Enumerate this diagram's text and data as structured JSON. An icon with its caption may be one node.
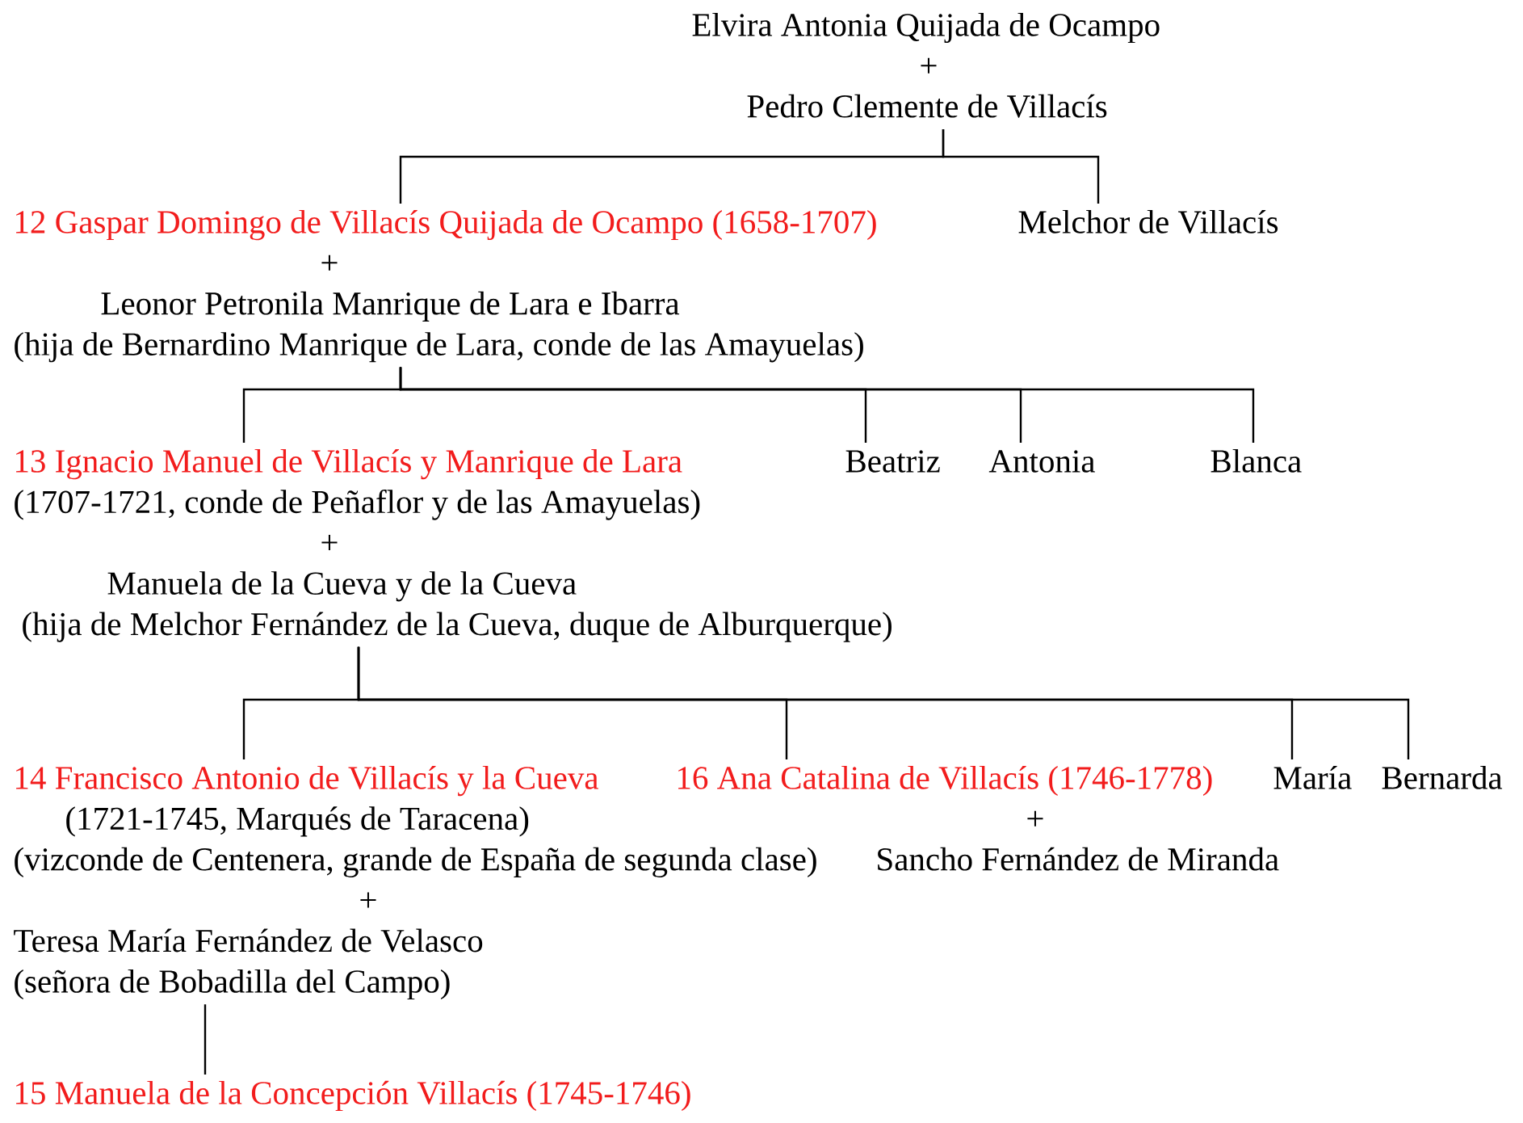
{
  "diagram": {
    "nodes": [
      {
        "text": [
          "Elvira Antonia Quijada de Ocampo",
          "+",
          "Pedro Clemente de Villacís"
        ]
      },
      {
        "text": [
          "12 Gaspar Domingo de Villacís Quijada de Ocampo (1658-1707)",
          "+",
          "Leonor Petronila Manrique de Lara e Ibarra",
          "(hija de Bernardino Manrique de Lara, conde de las Amayuelas)"
        ]
      },
      {
        "text": [
          "Melchor de Villacís"
        ]
      },
      {
        "text": [
          "13 Ignacio Manuel de Villacís y Manrique de Lara",
          "(1707-1721, conde de Peñaflor y de las Amayuelas)",
          "+",
          "Manuela de la Cueva y de la Cueva",
          "(hija de Melchor Fernández de la Cueva, duque de Alburquerque)"
        ]
      },
      {
        "text": [
          "Beatriz"
        ]
      },
      {
        "text": [
          "Antonia"
        ]
      },
      {
        "text": [
          "Blanca"
        ]
      },
      {
        "text": [
          "14 Francisco Antonio de Villacís y la Cueva",
          "(1721-1745, Marqués de Taracena)",
          "(vizconde de Centenera, grande de España de segunda clase)",
          "+",
          "Teresa María Fernández de Velasco",
          "(señora de Bobadilla del Campo)"
        ]
      },
      {
        "text": [
          "16 Ana Catalina de Villacís (1746-1778)",
          "+",
          "Sancho Fernández de Miranda"
        ]
      },
      {
        "text": [
          "María"
        ]
      },
      {
        "text": [
          "Bernarda"
        ]
      },
      {
        "text": [
          "15 Manuela de la Concepción Villacís (1745-1746)"
        ]
      }
    ],
    "edges": [
      {
        "from": 0,
        "to": 1,
        "arrow": "none"
      },
      {
        "from": 0,
        "to": 2,
        "arrow": "none"
      },
      {
        "from": 1,
        "to": 3,
        "arrow": "none"
      },
      {
        "from": 1,
        "to": 4,
        "arrow": "none"
      },
      {
        "from": 1,
        "to": 5,
        "arrow": "none"
      },
      {
        "from": 1,
        "to": 6,
        "arrow": "none"
      },
      {
        "from": 3,
        "to": 7,
        "arrow": "none"
      },
      {
        "from": 3,
        "to": 8,
        "arrow": "none"
      },
      {
        "from": 3,
        "to": 9,
        "arrow": "none"
      },
      {
        "from": 3,
        "to": 10,
        "arrow": "none"
      },
      {
        "from": 7,
        "to": 11,
        "arrow": "none"
      }
    ]
  }
}
